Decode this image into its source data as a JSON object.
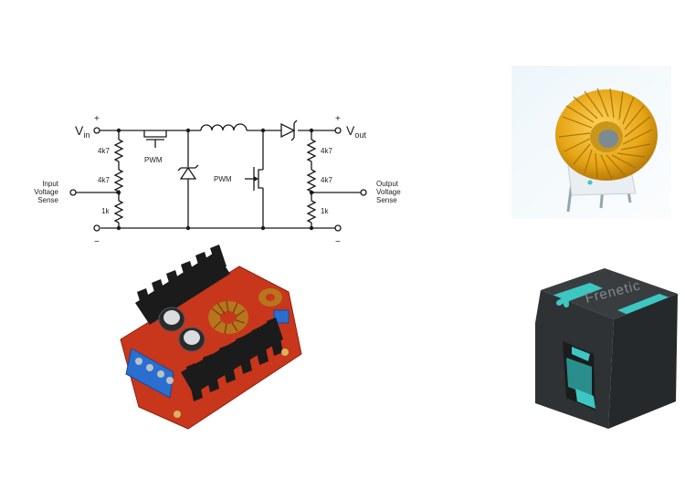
{
  "schematic": {
    "vin_main": "V",
    "vin_sub": "in",
    "vout_main": "V",
    "vout_sub": "out",
    "plus": "+",
    "minus": "−",
    "pwm_top": "PWM",
    "pwm_mid": "PWM",
    "r_in_top": "4k7",
    "r_in_mid": "4k7",
    "r_in_bot": "1k",
    "r_out_top": "4k7",
    "r_out_mid": "4k7",
    "r_out_bot": "1k",
    "input_sense": [
      "Input",
      "Voltage",
      "Sense"
    ],
    "output_sense": [
      "Output",
      "Voltage",
      "Sense"
    ]
  },
  "brand_logo_text": "Frenetic",
  "colors": {
    "wire": "#1a1a1a",
    "copper": "#e0a21a",
    "pcb": "#c8361c",
    "heatsink": "#1b1b1b",
    "core_dark": "#2f3234",
    "teal": "#3cc7c3"
  }
}
